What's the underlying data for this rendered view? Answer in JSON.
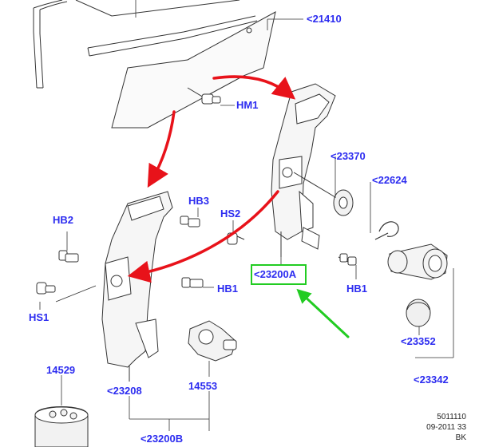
{
  "labels": {
    "p21410": "<21410",
    "hm1": "HM1",
    "p23370": "<23370",
    "p22624": "<22624",
    "hb3": "HB3",
    "hb2": "HB2",
    "hs2": "HS2",
    "p23200a": "<23200A",
    "hb1_left": "HB1",
    "hb1_right": "HB1",
    "hs1": "HS1",
    "p14529": "14529",
    "p23208": "<23208",
    "p14553": "14553",
    "p23200b": "<23200B",
    "p23352": "<23352",
    "p23342": "<23342"
  },
  "reference": {
    "line1": "5011110",
    "line2": "09-2011 33",
    "line3": "BK"
  },
  "colors": {
    "callout_text": "#2c2cf0",
    "arrows": "#e8121a",
    "highlight": "#22cc22",
    "linework": "#333333"
  }
}
